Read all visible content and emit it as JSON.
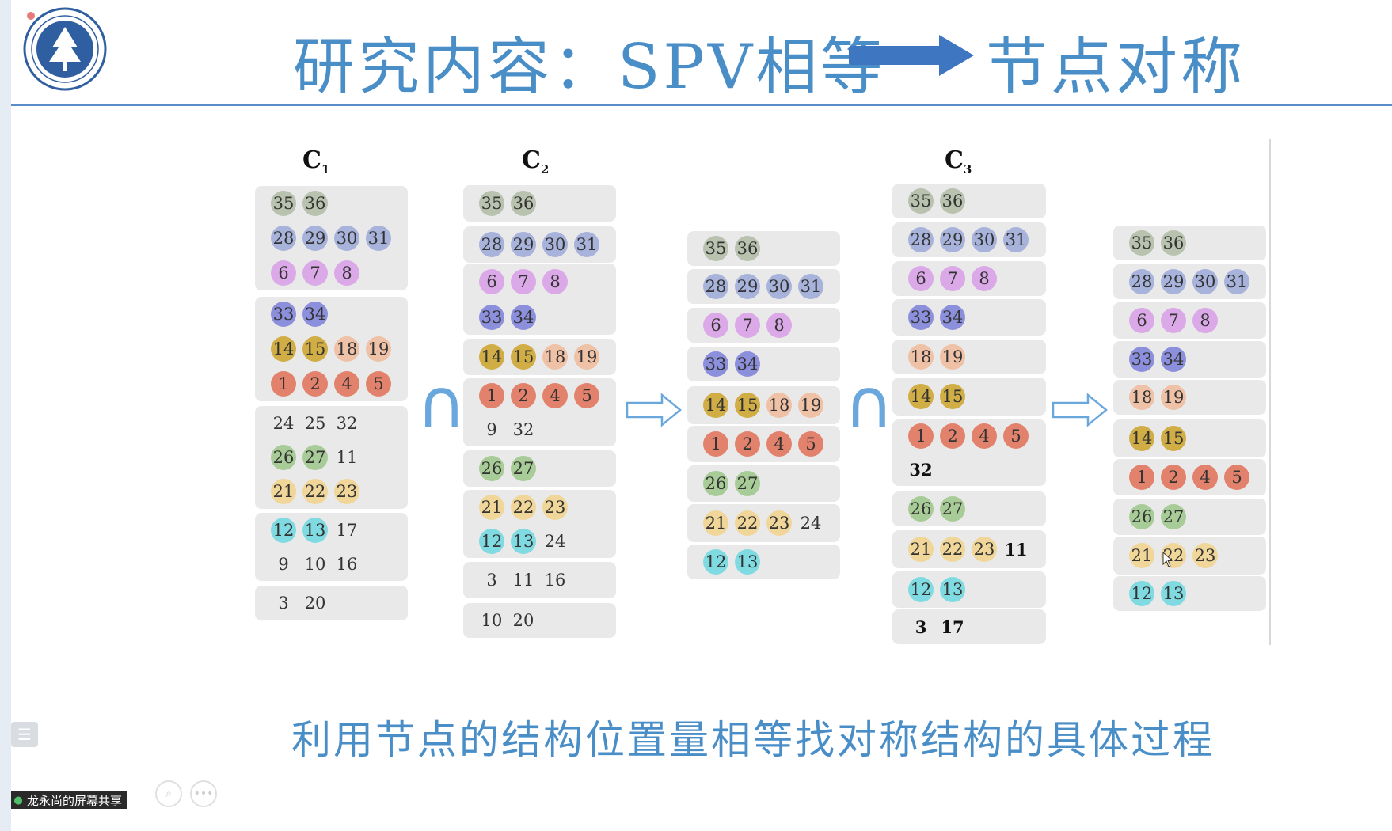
{
  "slide": {
    "title_left": "研究内容：SPV相等",
    "title_right": "节点对称",
    "caption": "利用节点的结构位置量相等找对称结构的具体过程",
    "arrow_icon": "right-arrow-icon",
    "logo_icon": "university-seal-icon",
    "colors": {
      "accent": "#4a8ec8",
      "rule": "#5a8cc6",
      "group_bg": "#e9e9e9"
    }
  },
  "diagram": {
    "intersect_symbol": "∩",
    "transition_icon": "hollow-right-arrow-icon",
    "columns": [
      {
        "label": "C",
        "label_sub": "1",
        "groups": [
          {
            "rows": [
              [
                "35",
                "36"
              ],
              [
                "28",
                "29",
                "30",
                "31"
              ],
              [
                "6",
                "7",
                "8"
              ]
            ]
          },
          {
            "rows": [
              [
                "33",
                "34"
              ],
              [
                "14",
                "15",
                "18",
                "19"
              ],
              [
                "1",
                "2",
                "4",
                "5"
              ]
            ]
          },
          {
            "rows": [
              [
                "24",
                "25",
                "32"
              ],
              [
                "26",
                "27",
                "11"
              ],
              [
                "21",
                "22",
                "23"
              ]
            ]
          },
          {
            "rows": [
              [
                "12",
                "13",
                "17"
              ],
              [
                "9",
                "10",
                "16"
              ]
            ]
          },
          {
            "rows": [
              [
                "3",
                "20"
              ]
            ]
          }
        ]
      },
      {
        "label": "C",
        "label_sub": "2",
        "groups": [
          {
            "rows": [
              [
                "35",
                "36"
              ]
            ]
          },
          {
            "rows": [
              [
                "28",
                "29",
                "30",
                "31"
              ]
            ]
          },
          {
            "rows": [
              [
                "6",
                "7",
                "8"
              ],
              [
                "33",
                "34"
              ]
            ]
          },
          {
            "rows": [
              [
                "14",
                "15",
                "18",
                "19"
              ]
            ]
          },
          {
            "rows": [
              [
                "1",
                "2",
                "4",
                "5"
              ],
              [
                "9",
                "32"
              ]
            ]
          },
          {
            "rows": [
              [
                "26",
                "27"
              ]
            ]
          },
          {
            "rows": [
              [
                "21",
                "22",
                "23"
              ],
              [
                "12",
                "13",
                "24"
              ]
            ]
          },
          {
            "rows": [
              [
                "3",
                "11",
                "16"
              ]
            ]
          },
          {
            "rows": [
              [
                "10",
                "20"
              ]
            ]
          }
        ]
      },
      {
        "label": "",
        "label_sub": "",
        "groups": [
          {
            "rows": [
              [
                "35",
                "36"
              ]
            ]
          },
          {
            "rows": [
              [
                "28",
                "29",
                "30",
                "31"
              ]
            ]
          },
          {
            "rows": [
              [
                "6",
                "7",
                "8"
              ]
            ]
          },
          {
            "rows": [
              [
                "33",
                "34"
              ]
            ]
          },
          {
            "rows": [
              [
                "14",
                "15",
                "18",
                "19"
              ]
            ]
          },
          {
            "rows": [
              [
                "1",
                "2",
                "4",
                "5"
              ]
            ]
          },
          {
            "rows": [
              [
                "26",
                "27"
              ]
            ]
          },
          {
            "rows": [
              [
                "21",
                "22",
                "23",
                "24"
              ]
            ]
          },
          {
            "rows": [
              [
                "12",
                "13"
              ]
            ]
          }
        ]
      },
      {
        "label": "C",
        "label_sub": "3",
        "groups": [
          {
            "rows": [
              [
                "35",
                "36"
              ]
            ]
          },
          {
            "rows": [
              [
                "28",
                "29",
                "30",
                "31"
              ]
            ]
          },
          {
            "rows": [
              [
                "6",
                "7",
                "8"
              ]
            ]
          },
          {
            "rows": [
              [
                "33",
                "34"
              ]
            ]
          },
          {
            "rows": [
              [
                "18",
                "19"
              ]
            ]
          },
          {
            "rows": [
              [
                "14",
                "15"
              ]
            ]
          },
          {
            "rows": [
              [
                "1",
                "2",
                "4",
                "5"
              ],
              [
                "32"
              ]
            ]
          },
          {
            "rows": [
              [
                "26",
                "27"
              ]
            ]
          },
          {
            "rows": [
              [
                "21",
                "22",
                "23",
                "11"
              ]
            ]
          },
          {
            "rows": [
              [
                "12",
                "13"
              ]
            ]
          },
          {
            "rows": [
              [
                "3",
                "17"
              ]
            ]
          }
        ]
      },
      {
        "label": "",
        "label_sub": "",
        "groups": [
          {
            "rows": [
              [
                "35",
                "36"
              ]
            ]
          },
          {
            "rows": [
              [
                "28",
                "29",
                "30",
                "31"
              ]
            ]
          },
          {
            "rows": [
              [
                "6",
                "7",
                "8"
              ]
            ]
          },
          {
            "rows": [
              [
                "33",
                "34"
              ]
            ]
          },
          {
            "rows": [
              [
                "18",
                "19"
              ]
            ]
          },
          {
            "rows": [
              [
                "14",
                "15"
              ]
            ]
          },
          {
            "rows": [
              [
                "1",
                "2",
                "4",
                "5"
              ]
            ]
          },
          {
            "rows": [
              [
                "26",
                "27"
              ]
            ]
          },
          {
            "rows": [
              [
                "21",
                "22",
                "23"
              ]
            ]
          },
          {
            "rows": [
              [
                "12",
                "13"
              ]
            ]
          }
        ]
      }
    ],
    "node_colors": {
      "35": "#b8c2ae",
      "36": "#b8c2ae",
      "28": "#a7b3da",
      "29": "#a7b3da",
      "30": "#a7b3da",
      "31": "#a7b3da",
      "6": "#dba9e8",
      "7": "#dba9e8",
      "8": "#dba9e8",
      "33": "#8c8fdc",
      "34": "#8c8fdc",
      "14": "#d1ad45",
      "15": "#d1ad45",
      "18": "#efc1a6",
      "19": "#efc1a6",
      "1": "#e2826c",
      "2": "#e2826c",
      "4": "#e2826c",
      "5": "#e2826c",
      "26": "#a8cc97",
      "27": "#a8cc97",
      "21": "#f0d699",
      "22": "#f0d699",
      "23": "#f0d699",
      "12": "#7fdbe1",
      "13": "#7fdbe1"
    }
  },
  "overlay": {
    "share_label": "龙永尚的屏幕共享",
    "mic_icon": "mic-icon",
    "menu_icon": "list-menu-icon",
    "zoom_icon": "zoom-icon",
    "more_icon": "more-icon",
    "more_label": "•••"
  }
}
